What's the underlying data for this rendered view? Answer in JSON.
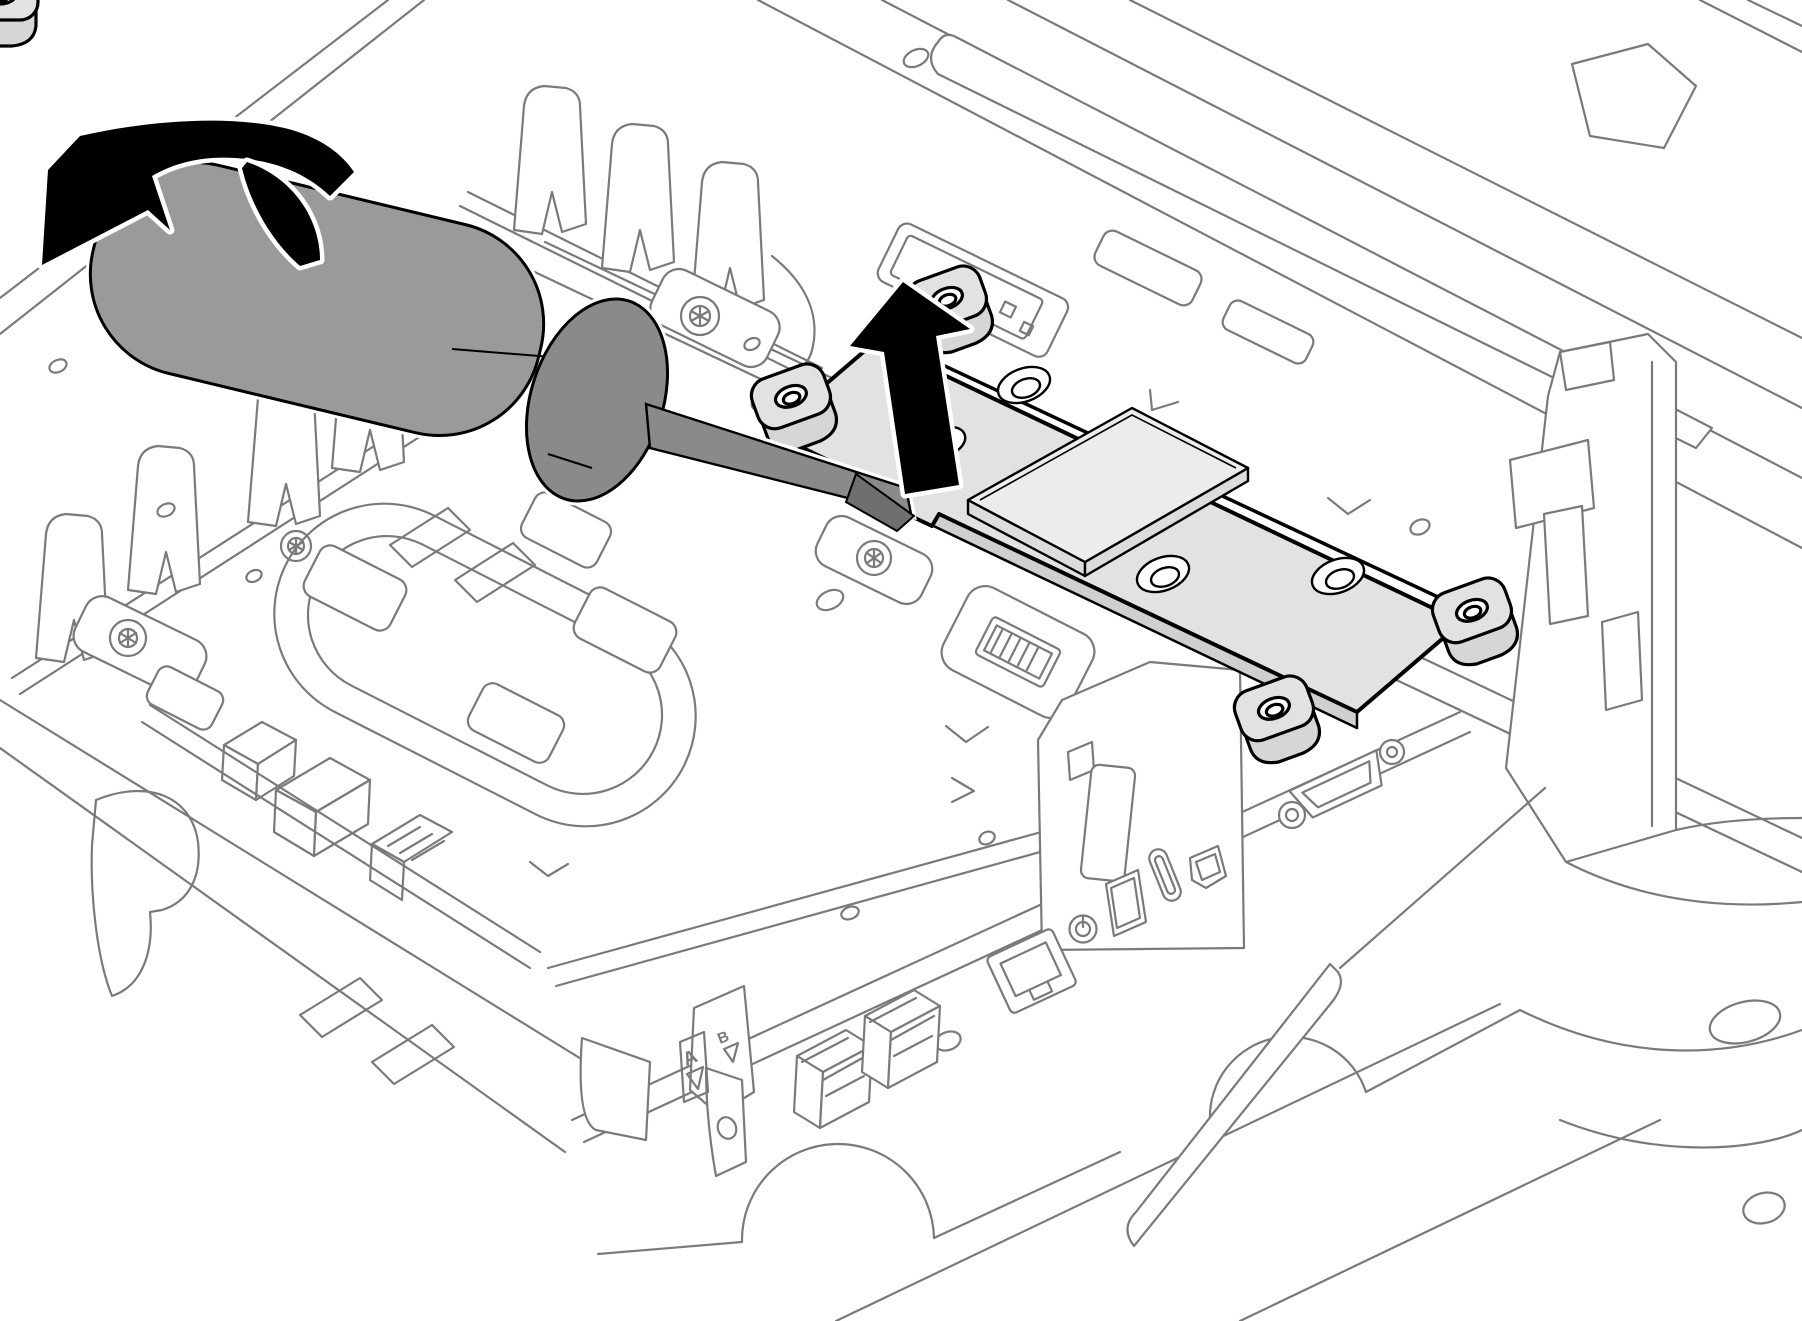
{
  "figure": {
    "kind": "technical-line-illustration",
    "subject": "Removing a cold plate from a server tray by prying with a screwdriver and lifting",
    "background": "#ffffff"
  },
  "colors": {
    "line": "#7a7a7a",
    "outline": "#000000",
    "plate": "#e2e2e2",
    "plate_side": "#cfcfcf",
    "chip": "#ececec",
    "chip_side": "#dcdcdc",
    "boss_front": "#d6d6d6",
    "handle": "#9a9a9a",
    "shaft": "#8a8a8a",
    "tip": "#6f6f6f",
    "arrow": "#000000",
    "label_text": "#777777"
  },
  "labels": {
    "port_a": "A",
    "port_b": "B"
  },
  "icons": [
    "rotate-arrow-icon",
    "lift-arrow-icon",
    "power-icon",
    "torx-screw-icon",
    "countersunk-hole-icon"
  ],
  "elements": [
    "screwdriver",
    "cold-plate",
    "corner-standoffs",
    "thermal-pad-chip",
    "chassis-rails",
    "front-panel-ports",
    "cable-routing-wing"
  ]
}
